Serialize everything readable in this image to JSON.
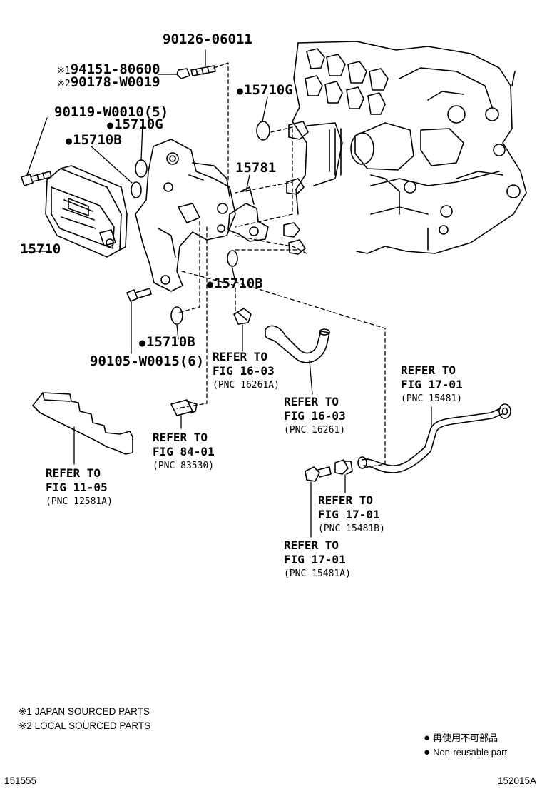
{
  "labels": {
    "bolt_top": "90126-06011",
    "jp_nut_prefix": "※1",
    "jp_nut": "94151-80600",
    "local_nut_prefix": "※2",
    "local_nut": "90178-W0019",
    "bolt_cooler": "90119-W0010(5)",
    "gasket_g1": "15710G",
    "gasket_b1": "15710B",
    "gasket_g_top": "15710G",
    "pipe_15781": "15781",
    "cooler": "15710",
    "gasket_b2": "15710B",
    "gasket_b3": "15710B",
    "bolt_bottom": "90105-W0015(6)",
    "ref_16_03a": {
      "line1": "REFER TO",
      "line2": "FIG 16-03",
      "line3": "(PNC 16261A)"
    },
    "ref_16_03": {
      "line1": "REFER TO",
      "line2": "FIG 16-03",
      "line3": "(PNC 16261)"
    },
    "ref_17_01": {
      "line1": "REFER TO",
      "line2": "FIG 17-01",
      "line3": "(PNC 15481)"
    },
    "ref_84_01": {
      "line1": "REFER TO",
      "line2": "FIG 84-01",
      "line3": "(PNC 83530)"
    },
    "ref_11_05": {
      "line1": "REFER TO",
      "line2": "FIG 11-05",
      "line3": "(PNC 12581A)"
    },
    "ref_17_01b": {
      "line1": "REFER TO",
      "line2": "FIG 17-01",
      "line3": "(PNC 15481B)"
    },
    "ref_17_01a": {
      "line1": "REFER TO",
      "line2": "FIG 17-01",
      "line3": "(PNC 15481A)"
    }
  },
  "notes": {
    "japan": "※1 JAPAN SOURCED PARTS",
    "local": "※2 LOCAL SOURCED PARTS"
  },
  "legend": {
    "jp": "再使用不可部品",
    "en": "Non-reusable part"
  },
  "footer": {
    "left": "151555",
    "right": "152015A"
  }
}
